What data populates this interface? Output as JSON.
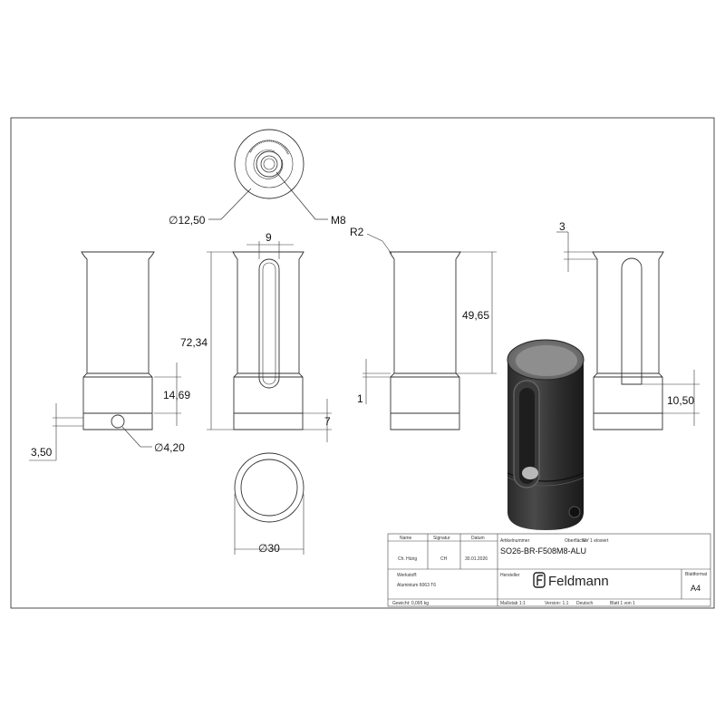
{
  "dimensions": {
    "d_top": "∅12,50",
    "thread": "M8",
    "radius": "R2",
    "width_slot": "9",
    "height_total": "72,34",
    "height_slot": "49,65",
    "chamfer_top": "3",
    "h_band": "14,69",
    "h_bottom": "7",
    "step_1": "1",
    "h_right": "10,50",
    "hole_offset": "3,50",
    "d_hole": "∅4,20",
    "d_outer": "∅30"
  },
  "title_block": {
    "col_name": "Name",
    "col_signature": "Signatur",
    "col_date": "Datum",
    "name_value": "Ch. Hürig",
    "signature_value": "CH",
    "date_value": "30.01.2026",
    "article_label": "Artikelnummer",
    "article_number": "SO26-BR-F508M8-ALU",
    "surface_label": "Oberfläche:",
    "surface_value": "EV 1 eloxiert",
    "material_label": "Werkstoff:",
    "material_value": "Aluminium 6063 T6",
    "manufacturer_label": "Hersteller",
    "brand_name": "Feldmann",
    "sheet_format_label": "Blattformat",
    "sheet_format_value": "A4",
    "weight": "Gewicht: 0,095 kg",
    "scale": "Maßstab 1:1",
    "version": "Version: 1.1",
    "language": "Deutsch",
    "sheet_count": "Blatt 1 von 1"
  }
}
